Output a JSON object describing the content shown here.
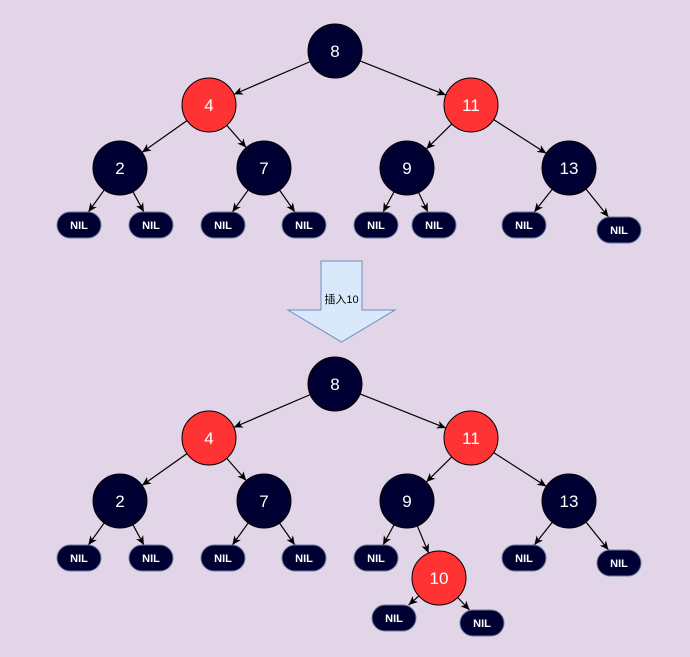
{
  "colors": {
    "background": "#e1d5e7",
    "black_node": "#000033",
    "red_node": "#ff3333",
    "edge": "#000000",
    "arrow_fill": "#dae8fc",
    "arrow_stroke": "#6c8ebf"
  },
  "before": {
    "nodes": {
      "n8": {
        "label": "8",
        "color": "black"
      },
      "n4": {
        "label": "4",
        "color": "red"
      },
      "n11": {
        "label": "11",
        "color": "red"
      },
      "n2": {
        "label": "2",
        "color": "black"
      },
      "n7": {
        "label": "7",
        "color": "black"
      },
      "n9": {
        "label": "9",
        "color": "black"
      },
      "n13": {
        "label": "13",
        "color": "black"
      },
      "nil_2l": {
        "label": "NIL"
      },
      "nil_2r": {
        "label": "NIL"
      },
      "nil_7l": {
        "label": "NIL"
      },
      "nil_7r": {
        "label": "NIL"
      },
      "nil_9l": {
        "label": "NIL"
      },
      "nil_9r": {
        "label": "NIL"
      },
      "nil_13l": {
        "label": "NIL"
      },
      "nil_13r": {
        "label": "NIL"
      }
    }
  },
  "transition": {
    "label": "插入10"
  },
  "after": {
    "nodes": {
      "n8": {
        "label": "8",
        "color": "black"
      },
      "n4": {
        "label": "4",
        "color": "red"
      },
      "n11": {
        "label": "11",
        "color": "red"
      },
      "n2": {
        "label": "2",
        "color": "black"
      },
      "n7": {
        "label": "7",
        "color": "black"
      },
      "n9": {
        "label": "9",
        "color": "black"
      },
      "n13": {
        "label": "13",
        "color": "black"
      },
      "n10": {
        "label": "10",
        "color": "red"
      },
      "nil_2l": {
        "label": "NIL"
      },
      "nil_2r": {
        "label": "NIL"
      },
      "nil_7l": {
        "label": "NIL"
      },
      "nil_7r": {
        "label": "NIL"
      },
      "nil_9l": {
        "label": "NIL"
      },
      "nil_10l": {
        "label": "NIL"
      },
      "nil_10r": {
        "label": "NIL"
      },
      "nil_13l": {
        "label": "NIL"
      },
      "nil_13r": {
        "label": "NIL"
      }
    }
  }
}
